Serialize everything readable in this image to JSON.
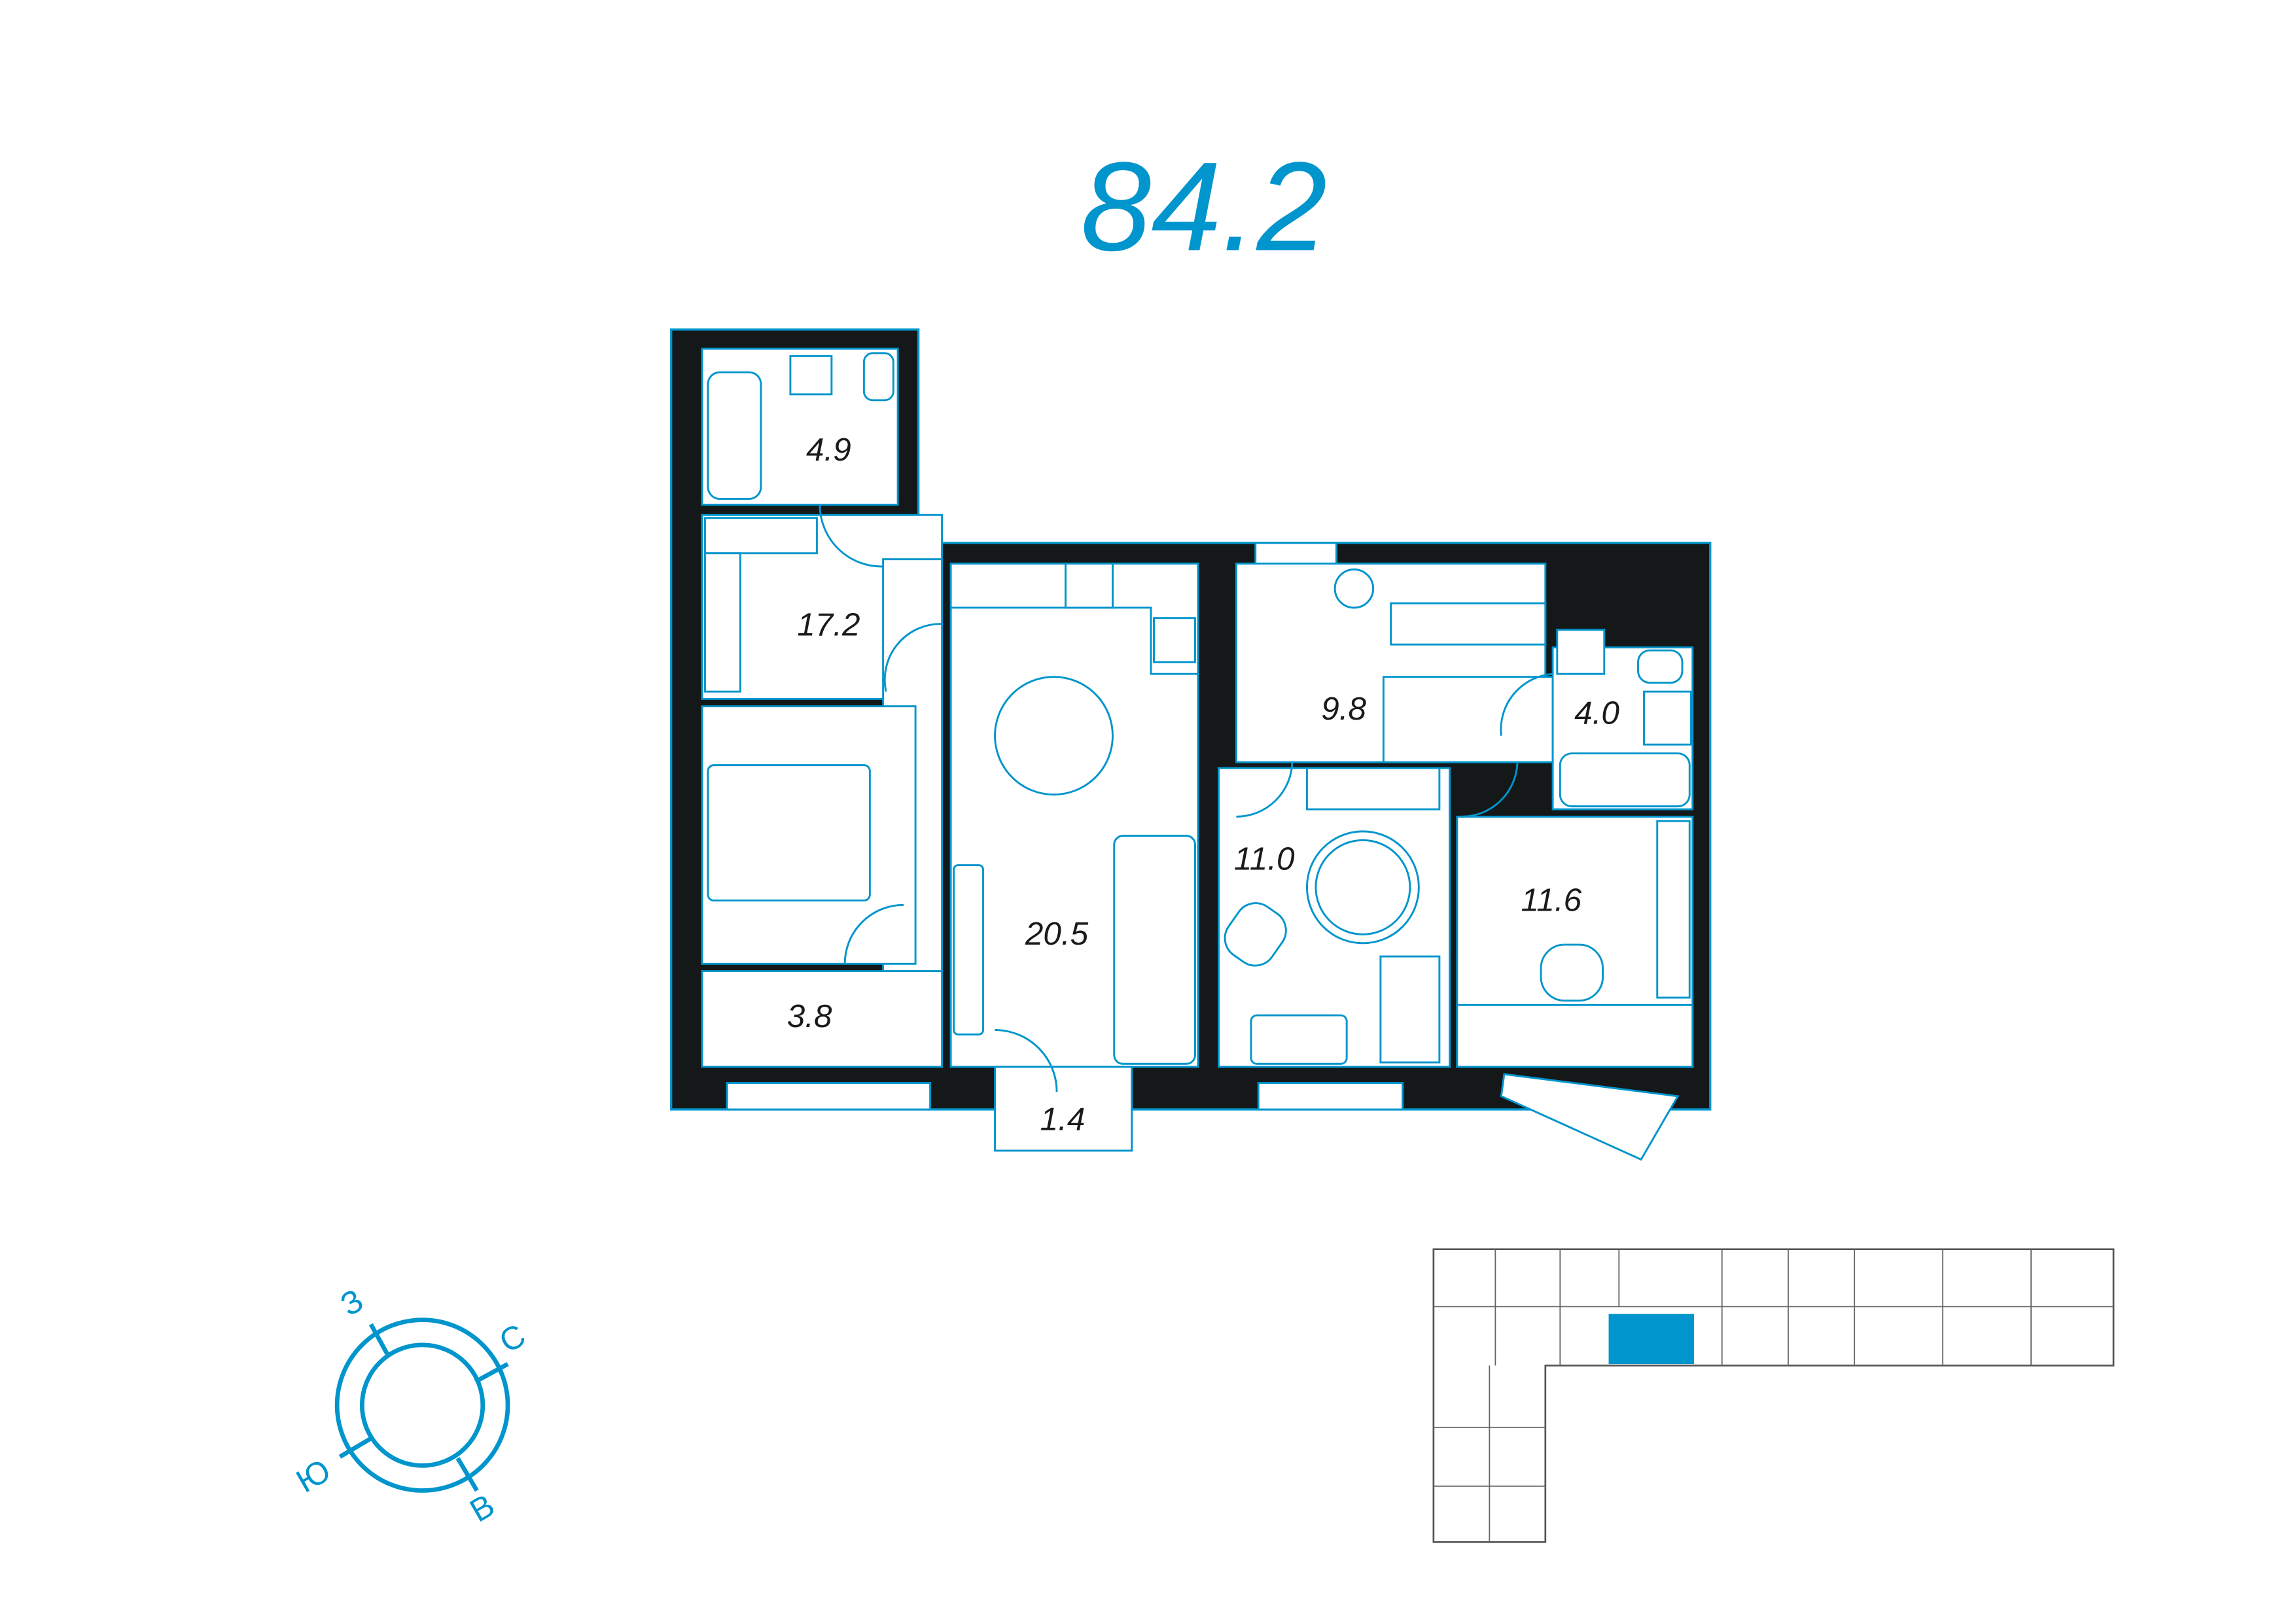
{
  "total_area": "84.2",
  "rooms": [
    {
      "id": "bathroom-1",
      "area": "4.9"
    },
    {
      "id": "hallway",
      "area": "17.2"
    },
    {
      "id": "storage",
      "area": "3.8"
    },
    {
      "id": "living-kitchen",
      "area": "20.5"
    },
    {
      "id": "balcony",
      "area": "1.4"
    },
    {
      "id": "corridor",
      "area": "9.8"
    },
    {
      "id": "bathroom-2",
      "area": "4.0"
    },
    {
      "id": "bedroom-child",
      "area": "11.0"
    },
    {
      "id": "bedroom-study",
      "area": "11.6"
    }
  ],
  "compass": {
    "west": "З",
    "north": "С",
    "south": "Ю",
    "east": "В"
  },
  "colors": {
    "accent": "#0095cc",
    "wall": "#141818",
    "highlight": "#0095cc"
  }
}
